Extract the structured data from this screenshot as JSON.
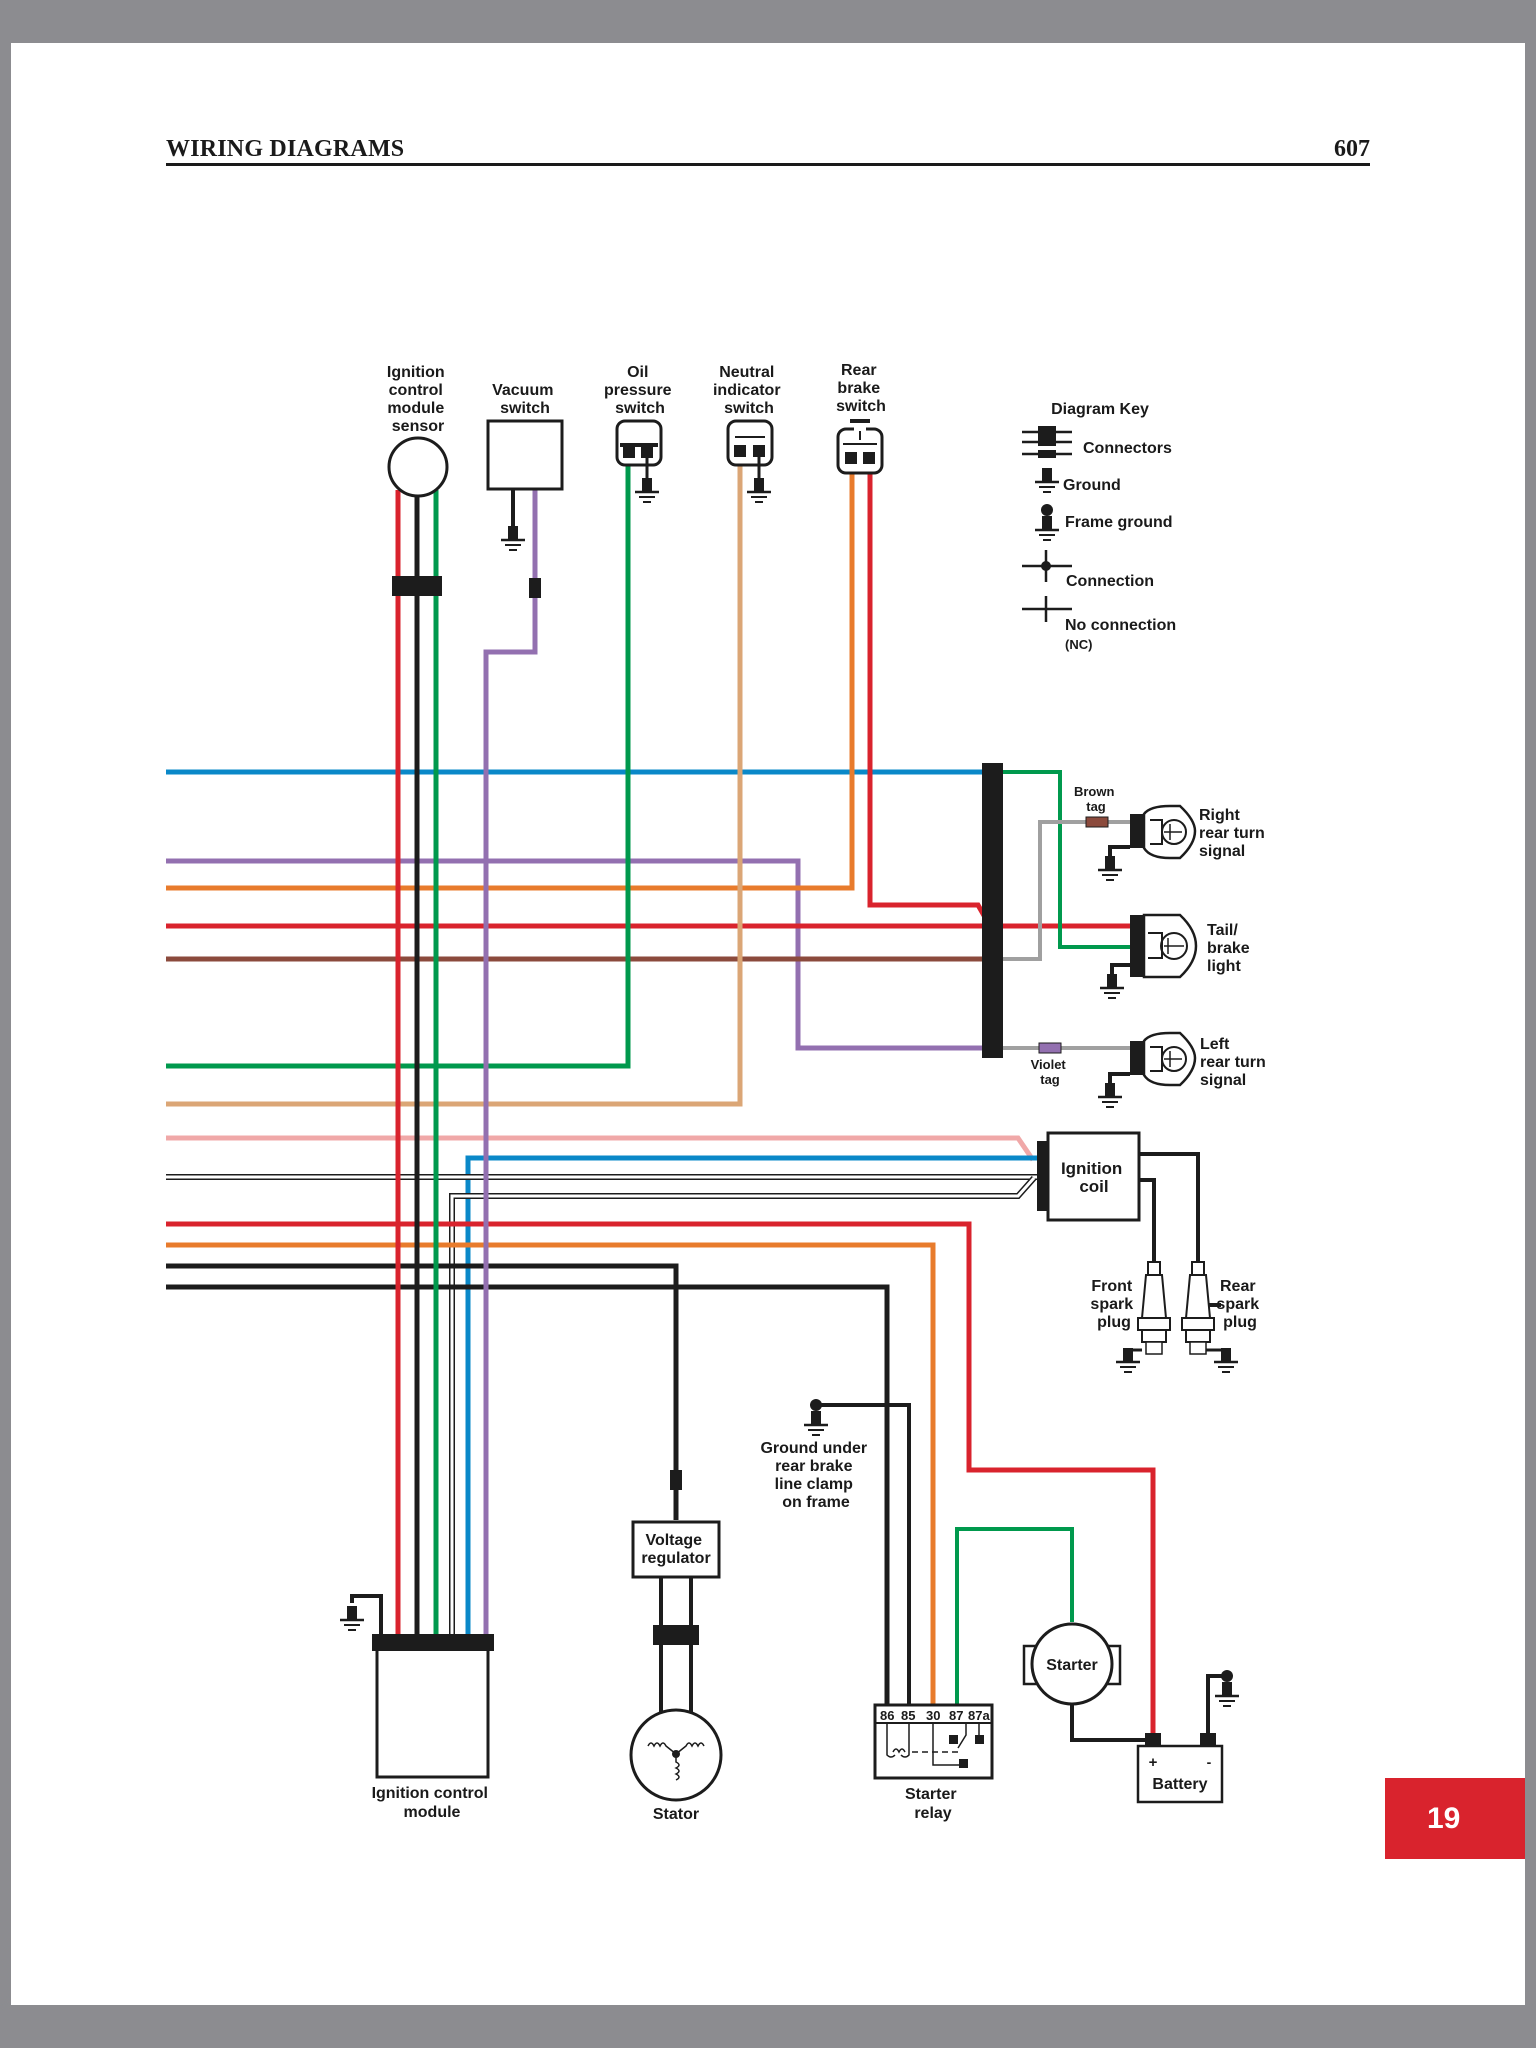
{
  "header": {
    "title": "WIRING DIAGRAMS",
    "page_number": "607"
  },
  "chapter_tab": {
    "label": "19",
    "color": "#d9232d"
  },
  "wire_colors": {
    "red": "#d9232d",
    "black": "#1c1c1c",
    "green": "#00994d",
    "violet": "#9370b0",
    "blue": "#0a88c8",
    "orange": "#e87b2c",
    "brown": "#8b4a3c",
    "tan": "#dba676",
    "pink": "#f0a8a8",
    "gray": "#a0a0a0",
    "white": "#ffffff"
  },
  "components": {
    "icm_sensor": [
      "Ignition",
      "control",
      "module",
      "sensor"
    ],
    "vacuum_switch": [
      "Vacuum",
      "switch"
    ],
    "oil_pressure_switch": [
      "Oil",
      "pressure",
      "switch"
    ],
    "neutral_indicator_switch": [
      "Neutral",
      "indicator",
      "switch"
    ],
    "rear_brake_switch": [
      "Rear",
      "brake",
      "switch"
    ],
    "right_turn_signal": [
      "Right",
      "rear turn",
      "signal"
    ],
    "tail_brake_light": [
      "Tail/",
      "brake",
      "light"
    ],
    "left_turn_signal": [
      "Left",
      "rear turn",
      "signal"
    ],
    "brown_tag": [
      "Brown",
      "tag"
    ],
    "violet_tag": [
      "Violet",
      "tag"
    ],
    "ignition_coil": [
      "Ignition",
      "coil"
    ],
    "front_spark_plug": [
      "Front",
      "spark",
      "plug"
    ],
    "rear_spark_plug": [
      "Rear",
      "spark",
      "plug"
    ],
    "ground_clamp": [
      "Ground under",
      "rear brake",
      "line clamp",
      "on frame"
    ],
    "voltage_regulator": [
      "Voltage",
      "regulator"
    ],
    "stator": "Stator",
    "icm": [
      "Ignition control",
      "module"
    ],
    "starter_relay": [
      "Starter",
      "relay"
    ],
    "relay_terminals": [
      "86",
      "85",
      "30",
      "87",
      "87a"
    ],
    "starter": "Starter",
    "battery": "Battery",
    "battery_pos": "+",
    "battery_neg": "-"
  },
  "key": {
    "title": "Diagram Key",
    "connectors": "Connectors",
    "ground": "Ground",
    "frame_ground": "Frame ground",
    "connection": "Connection",
    "no_connection": "No connection",
    "nc": "(NC)"
  }
}
